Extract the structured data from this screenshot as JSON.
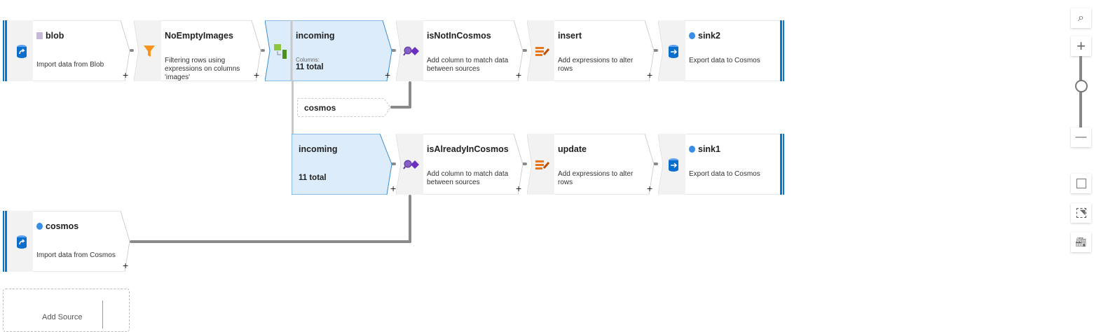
{
  "nodes": [
    {
      "id": "blob",
      "title": "blob",
      "desc": "Import data from Blob",
      "icon": "source-icon",
      "kind": "source"
    },
    {
      "id": "noempty",
      "title": "NoEmptyImages",
      "desc": "Filtering rows using expressions on columns 'images'",
      "icon": "filter-icon"
    },
    {
      "id": "incoming1",
      "title": "incoming",
      "columns_label": "Columns:",
      "total": "11 total",
      "icon": "conditional-split-icon"
    },
    {
      "id": "isnot",
      "title": "isNotInCosmos",
      "desc": "Add column to match data between sources",
      "icon": "exists-icon"
    },
    {
      "id": "insert",
      "title": "insert",
      "desc": "Add expressions to alter rows",
      "icon": "alter-row-icon"
    },
    {
      "id": "sink2",
      "title": "sink2",
      "desc": "Export data to Cosmos",
      "icon": "sink-icon",
      "kind": "sink"
    },
    {
      "id": "incoming2",
      "title": "incoming",
      "total": "11 total"
    },
    {
      "id": "isalready",
      "title": "isAlreadyInCosmos",
      "desc": "Add column to match data between sources",
      "icon": "exists-icon"
    },
    {
      "id": "update",
      "title": "update",
      "desc": "Add expressions to alter rows",
      "icon": "alter-row-icon"
    },
    {
      "id": "sink1",
      "title": "sink1",
      "desc": "Export data to Cosmos",
      "icon": "sink-icon",
      "kind": "sink"
    },
    {
      "id": "cosmos",
      "title": "cosmos",
      "desc": "Import data from Cosmos",
      "icon": "source-icon",
      "kind": "source"
    }
  ],
  "cosmos_ref": "cosmos",
  "add_source": "Add Source",
  "plus": "+",
  "colors": {
    "accent": "#0078d4",
    "selected_bg": "#dcecfb",
    "connector": "#8a8a8a"
  }
}
